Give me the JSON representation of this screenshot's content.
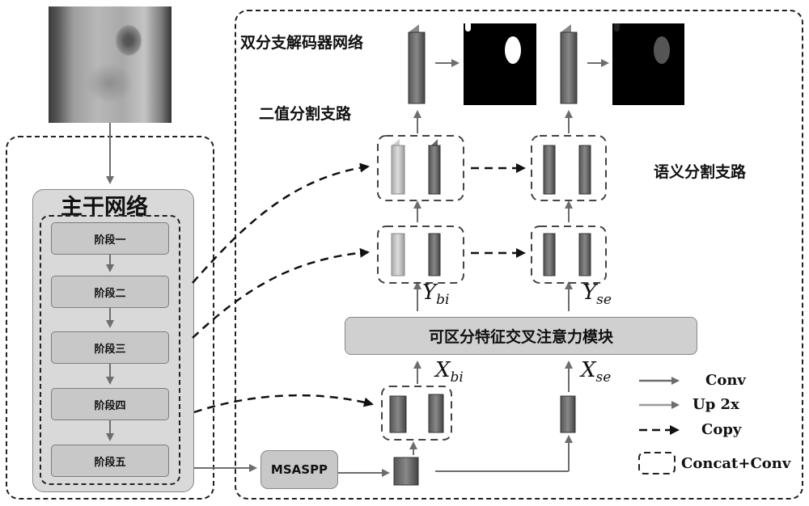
{
  "backbone": {
    "title": "主干网络",
    "stages": [
      "阶段一",
      "阶段二",
      "阶段三",
      "阶段四",
      "阶段五"
    ]
  },
  "decoder": {
    "title": "双分支解码器网络",
    "binary_branch": "二值分割支路",
    "semantic_branch": "语义分割支路"
  },
  "modules": {
    "attention": "可区分特征交叉注意力模块",
    "msaspp": "MSASPP"
  },
  "variables": {
    "y_bi": {
      "base": "Y",
      "sub": "bi"
    },
    "y_se": {
      "base": "Y",
      "sub": "se"
    },
    "x_bi": {
      "base": "X",
      "sub": "bi"
    },
    "x_se": {
      "base": "X",
      "sub": "se"
    }
  },
  "legend": [
    {
      "symbol": "solid-arrow",
      "label": "Conv",
      "color": "#6d6d6d"
    },
    {
      "symbol": "solid-arrow",
      "label": "Up 2x",
      "color": "#9a9a9a"
    },
    {
      "symbol": "dashed-arrow",
      "label": "Copy",
      "color": "#111111"
    },
    {
      "symbol": "dashed-box",
      "label": "Concat+Conv",
      "color": "#111111"
    }
  ],
  "images": [
    {
      "name": "input-wood-image",
      "kind": "grayscale wood board photo"
    },
    {
      "name": "binary-mask-output",
      "kind": "black mask with white blob"
    },
    {
      "name": "semantic-mask-output",
      "kind": "black mask with grey blob"
    }
  ]
}
